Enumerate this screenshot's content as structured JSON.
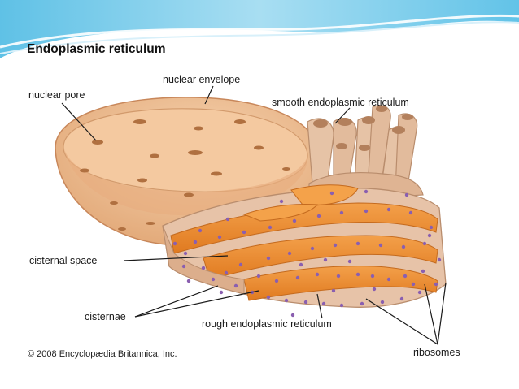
{
  "diagram": {
    "title": "Endoplasmic reticulum",
    "labels": {
      "nuclear_pore": "nuclear pore",
      "nuclear_envelope": "nuclear envelope",
      "smooth_er": "smooth endoplasmic reticulum",
      "cisternal_space": "cisternal space",
      "cisternae": "cisternae",
      "rough_er": "rough endoplasmic reticulum",
      "ribosomes": "ribosomes"
    },
    "copyright": "© 2008 Encyclopædia Britannica, Inc."
  },
  "colors": {
    "header_wave": "#8fd3ee",
    "envelope": "#f2c49a",
    "envelope_shade": "#d99a68",
    "cisterna_lumen": "#f08a2a",
    "membrane": "#e7c3a8",
    "ribosome": "#8a5fb0"
  }
}
